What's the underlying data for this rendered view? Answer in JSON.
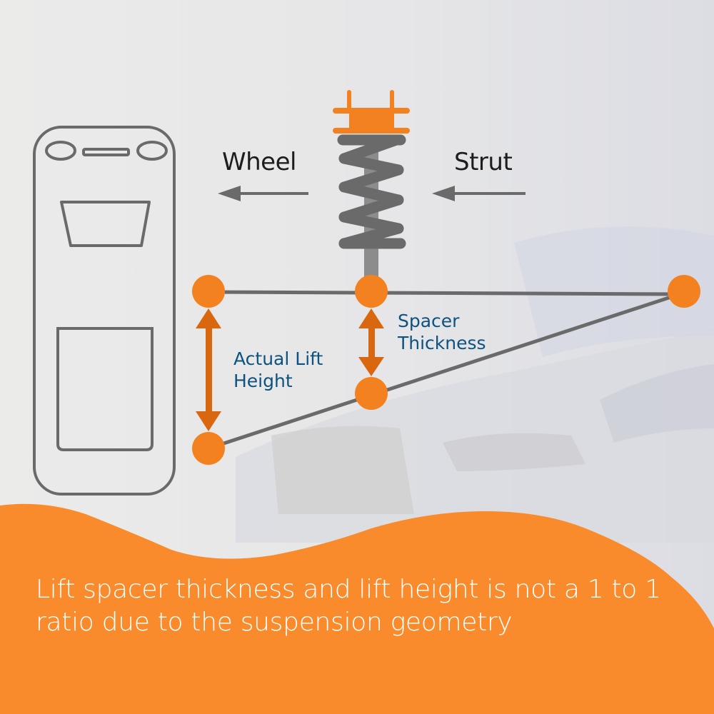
{
  "labels": {
    "wheel": "Wheel",
    "strut": "Strut",
    "spacer_thickness_line1": "Spacer",
    "spacer_thickness_line2": "Thickness",
    "actual_lift_line1": "Actual Lift",
    "actual_lift_line2": "Height"
  },
  "caption": "Lift spacer thickness and lift height is not a 1 to 1 ratio due to the suspension geometry",
  "colors": {
    "accent_orange": "#f4811f",
    "arrow_orange": "#d9670f",
    "line_gray": "#6a6a6a",
    "label_blue": "#0e5280",
    "background": "#ebebea",
    "banner_orange": "#f98b2c"
  },
  "icons": {
    "vehicle": "vehicle-top-view-icon",
    "strut": "coilover-strut-icon",
    "arrow_left": "arrow-left-icon",
    "double_arrow": "double-arrow-vertical-icon",
    "pivot": "pivot-point-icon"
  }
}
